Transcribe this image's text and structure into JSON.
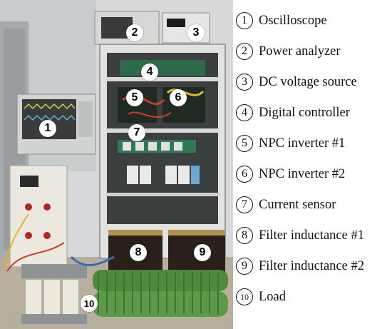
{
  "photo": {
    "markers": [
      "1",
      "2",
      "3",
      "4",
      "5",
      "6",
      "7",
      "8",
      "9",
      "10"
    ]
  },
  "legend": {
    "items": [
      {
        "num": "1",
        "label": "Oscilloscope"
      },
      {
        "num": "2",
        "label": "Power analyzer"
      },
      {
        "num": "3",
        "label": "DC voltage source"
      },
      {
        "num": "4",
        "label": "Digital controller"
      },
      {
        "num": "5",
        "label": "NPC inverter #1"
      },
      {
        "num": "6",
        "label": "NPC inverter #2"
      },
      {
        "num": "7",
        "label": "Current sensor"
      },
      {
        "num": "8",
        "label": "Filter inductance #1"
      },
      {
        "num": "9",
        "label": "Filter inductance #2"
      },
      {
        "num": "10",
        "label": "Load"
      }
    ]
  },
  "colors": {
    "cabinet": "#dcdcdc",
    "floor": "#b9b1a2",
    "resistor_green": "#4e8a3e",
    "inductor_dark": "#2b1f1c",
    "scope_screen": "#3a3a3a",
    "wave": "#c8d34a"
  }
}
